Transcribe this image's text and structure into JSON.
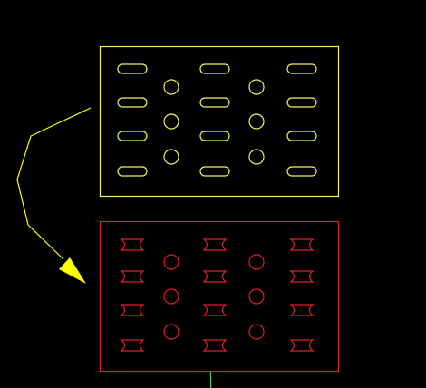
{
  "colors": {
    "background": "#000000",
    "source": "#f2f25a",
    "result": "#e01e28",
    "arrow": "#ffff00",
    "axis": "#3ccf6a"
  },
  "source_plate": {
    "slots_per_column": 4,
    "slot_columns": 3,
    "holes_per_column": 3,
    "hole_columns": 2,
    "slot_shape": "obround"
  },
  "result_plate": {
    "slots_per_column": 4,
    "slot_columns": 3,
    "holes_per_column": 3,
    "hole_columns": 2,
    "slot_shape": "double-concave"
  },
  "arrow_icon": "curved-arrow-icon"
}
